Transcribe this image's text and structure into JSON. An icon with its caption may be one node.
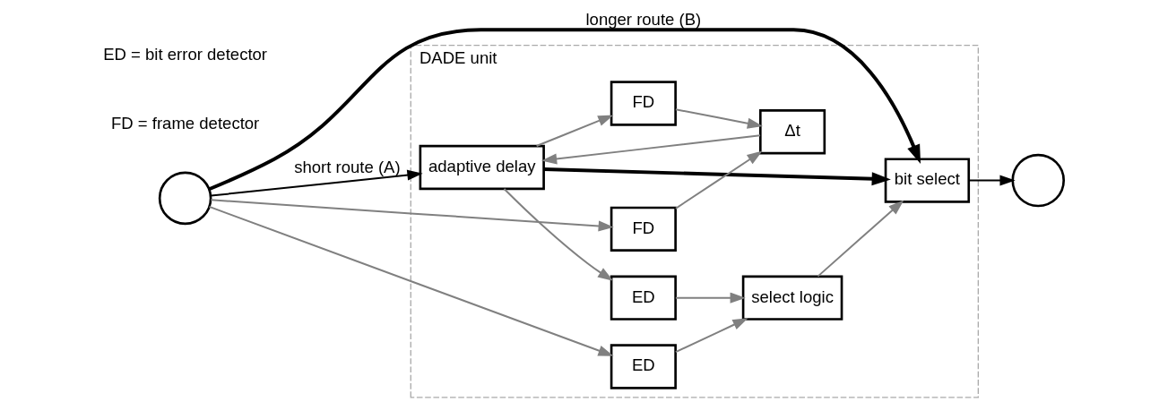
{
  "diagram": {
    "nodes": [
      {
        "text": [
          "DADE unit"
        ]
      },
      {
        "text": [],
        "shape": "circle"
      },
      {
        "text": [
          "adaptive delay"
        ],
        "in": 0
      },
      {
        "text": [
          "bit select"
        ],
        "in": 0
      },
      {
        "text": [],
        "shape": "circle"
      },
      {
        "text": [
          "FD"
        ],
        "in": 0
      },
      {
        "text": [
          "FD"
        ],
        "in": 0
      },
      {
        "text": [
          "ED"
        ],
        "in": 0
      },
      {
        "text": [
          "ED"
        ],
        "in": 0
      },
      {
        "text": [
          "select logic"
        ],
        "in": 0
      },
      {
        "text": [
          "Δt"
        ],
        "in": 0
      }
    ],
    "edges": [
      {
        "from": 1,
        "to": 2,
        "arrow": "to",
        "label": "short route (A)",
        "color": "#000000"
      },
      {
        "from": 1,
        "to": 3,
        "arrow": "to",
        "label": "longer route (B)",
        "style": "thick",
        "color": "#000000"
      },
      {
        "from": 2,
        "to": 3,
        "arrow": "to",
        "style": "thick",
        "color": "#000000"
      },
      {
        "from": 3,
        "to": 4,
        "arrow": "to",
        "color": "#000000"
      },
      {
        "from": 1,
        "to": 5,
        "arrow": "to"
      },
      {
        "from": 2,
        "to": 6,
        "arrow": "to"
      },
      {
        "from": 2,
        "to": 7,
        "arrow": "to"
      },
      {
        "from": 1,
        "to": 8,
        "arrow": "to"
      },
      {
        "from": 5,
        "to": 10,
        "arrow": "to"
      },
      {
        "from": 6,
        "to": 10,
        "arrow": "to"
      },
      {
        "from": 10,
        "to": 2,
        "arrow": "to"
      },
      {
        "from": 7,
        "to": 9,
        "arrow": "to"
      },
      {
        "from": 8,
        "to": 9,
        "arrow": "to"
      },
      {
        "from": 9,
        "to": 3,
        "arrow": "to"
      }
    ],
    "labels": [
      "FD = frame detector",
      "ED = bit error detector"
    ]
  }
}
